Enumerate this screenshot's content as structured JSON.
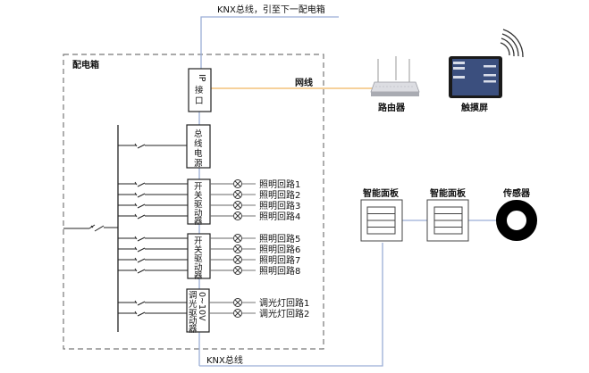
{
  "colors": {
    "bus_line": "#9aaed6",
    "network_line": "#f3c27a",
    "wire": "#222222",
    "dashed_border": "#777777"
  },
  "labels": {
    "knx_top": "KNX总线，引至下一配电箱",
    "knx_bottom": "KNX总线",
    "distribution_box": "配电箱",
    "network_cable": "网线",
    "router": "路由器",
    "touchscreen": "触摸屏",
    "smart_panel_1": "智能面板",
    "smart_panel_2": "智能面板",
    "sensor": "传感器"
  },
  "modules": {
    "ip_interface": [
      "IP",
      "接",
      "口"
    ],
    "bus_power": [
      "总",
      "线",
      "电",
      "源"
    ],
    "switch_actuator_1": [
      "开",
      "关",
      "驱",
      "动",
      "器"
    ],
    "switch_actuator_2": [
      "开",
      "关",
      "驱",
      "动",
      "器"
    ],
    "dimmer": {
      "left": [
        "调",
        "光",
        "驱",
        "动",
        "器"
      ],
      "right": "0~10V"
    }
  },
  "circuits": {
    "group1": [
      "照明回路1",
      "照明回路2",
      "照明回路3",
      "照明回路4"
    ],
    "group2": [
      "照明回路5",
      "照明回路6",
      "照明回路7",
      "照明回路8"
    ],
    "dimmer": [
      "调光灯回路1",
      "调光灯回路2"
    ]
  }
}
